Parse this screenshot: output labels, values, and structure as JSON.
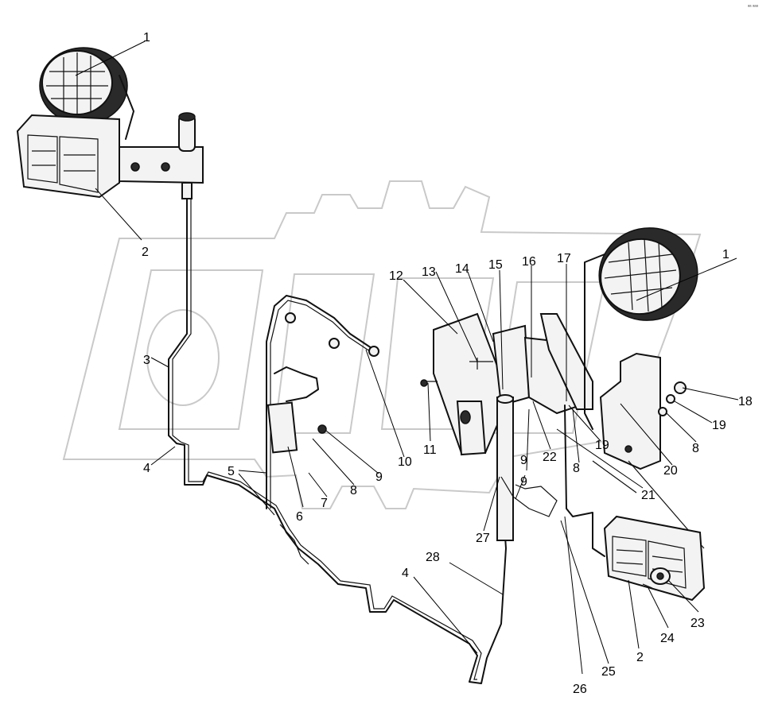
{
  "corner_mark": "ᵃᵃ ᵃᵃᵃ",
  "watermark_text": "ОРМ",
  "callouts": [
    "1",
    "1",
    "2",
    "2",
    "3",
    "4",
    "4",
    "5",
    "6",
    "7",
    "8",
    "8",
    "8",
    "9",
    "9",
    "9",
    "10",
    "11",
    "12",
    "13",
    "14",
    "15",
    "16",
    "17",
    "18",
    "19",
    "19",
    "20",
    "21",
    "22",
    "23",
    "24",
    "25",
    "26",
    "27",
    "28"
  ]
}
